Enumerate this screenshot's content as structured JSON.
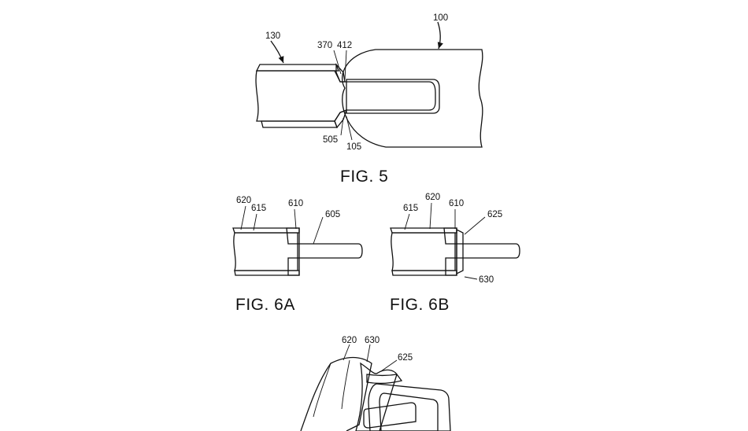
{
  "figures": {
    "fig5": {
      "caption": "FIG. 5",
      "labels": {
        "l130": "130",
        "l370": "370",
        "l412": "412",
        "l100": "100",
        "l505": "505",
        "l105": "105"
      }
    },
    "fig6a": {
      "caption": "FIG. 6A",
      "labels": {
        "l620": "620",
        "l615": "615",
        "l610": "610",
        "l605": "605"
      }
    },
    "fig6b": {
      "caption": "FIG. 6B",
      "labels": {
        "l615": "615",
        "l620": "620",
        "l610": "610",
        "l625": "625",
        "l630": "630"
      }
    },
    "fig6c": {
      "labels": {
        "l620": "620",
        "l630": "630",
        "l625": "625"
      }
    }
  }
}
